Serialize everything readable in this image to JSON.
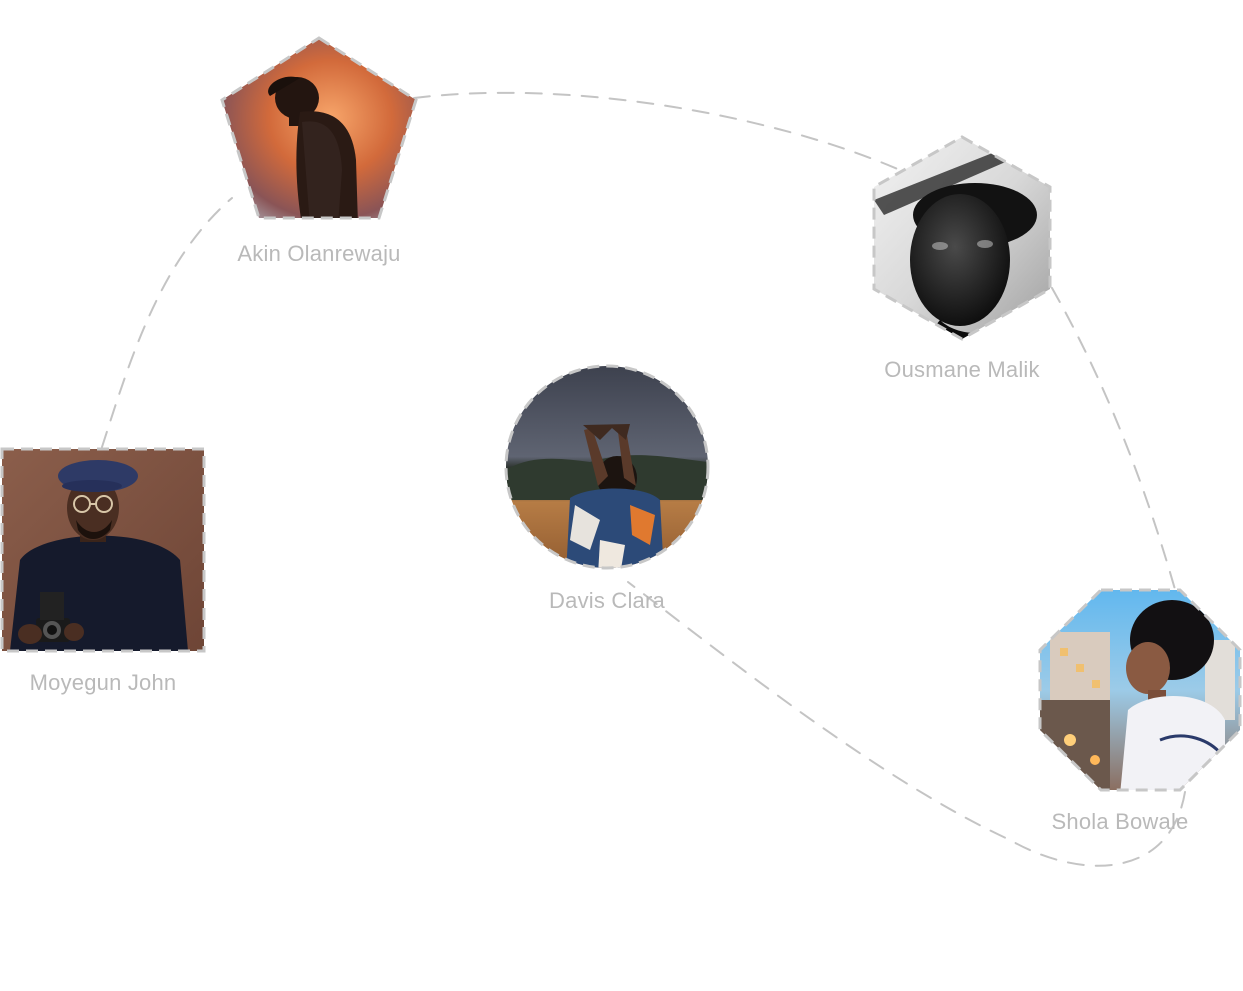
{
  "diagram": {
    "colors": {
      "connector": "#c4c4c4",
      "node_border": "#c7c7c7",
      "label": "#b9b9b9",
      "background": "#ffffff"
    },
    "nodes": [
      {
        "id": "akin",
        "name": "Akin Olanrewaju",
        "shape": "pentagon",
        "photo": "man in silhouette, head bowed, warm orange backlight"
      },
      {
        "id": "ousmane",
        "name": "Ousmane Malik",
        "shape": "hexagon",
        "photo": "black and white portrait of a man looking upward"
      },
      {
        "id": "davis",
        "name": "Davis Clara",
        "shape": "circle",
        "photo": "woman with crossed arms raised in a golden field under a cloudy sky"
      },
      {
        "id": "moyegun",
        "name": "Moyegun John",
        "shape": "square",
        "photo": "man in beret and glasses holding a camera"
      },
      {
        "id": "shola",
        "name": "Shola Bowale",
        "shape": "octagon",
        "photo": "woman with curly hair on a city balcony with blue sky"
      }
    ],
    "edges": [
      {
        "from": "moyegun",
        "to": "akin"
      },
      {
        "from": "akin",
        "to": "ousmane"
      },
      {
        "from": "ousmane",
        "to": "shola"
      },
      {
        "from": "shola",
        "to": "davis"
      }
    ]
  }
}
